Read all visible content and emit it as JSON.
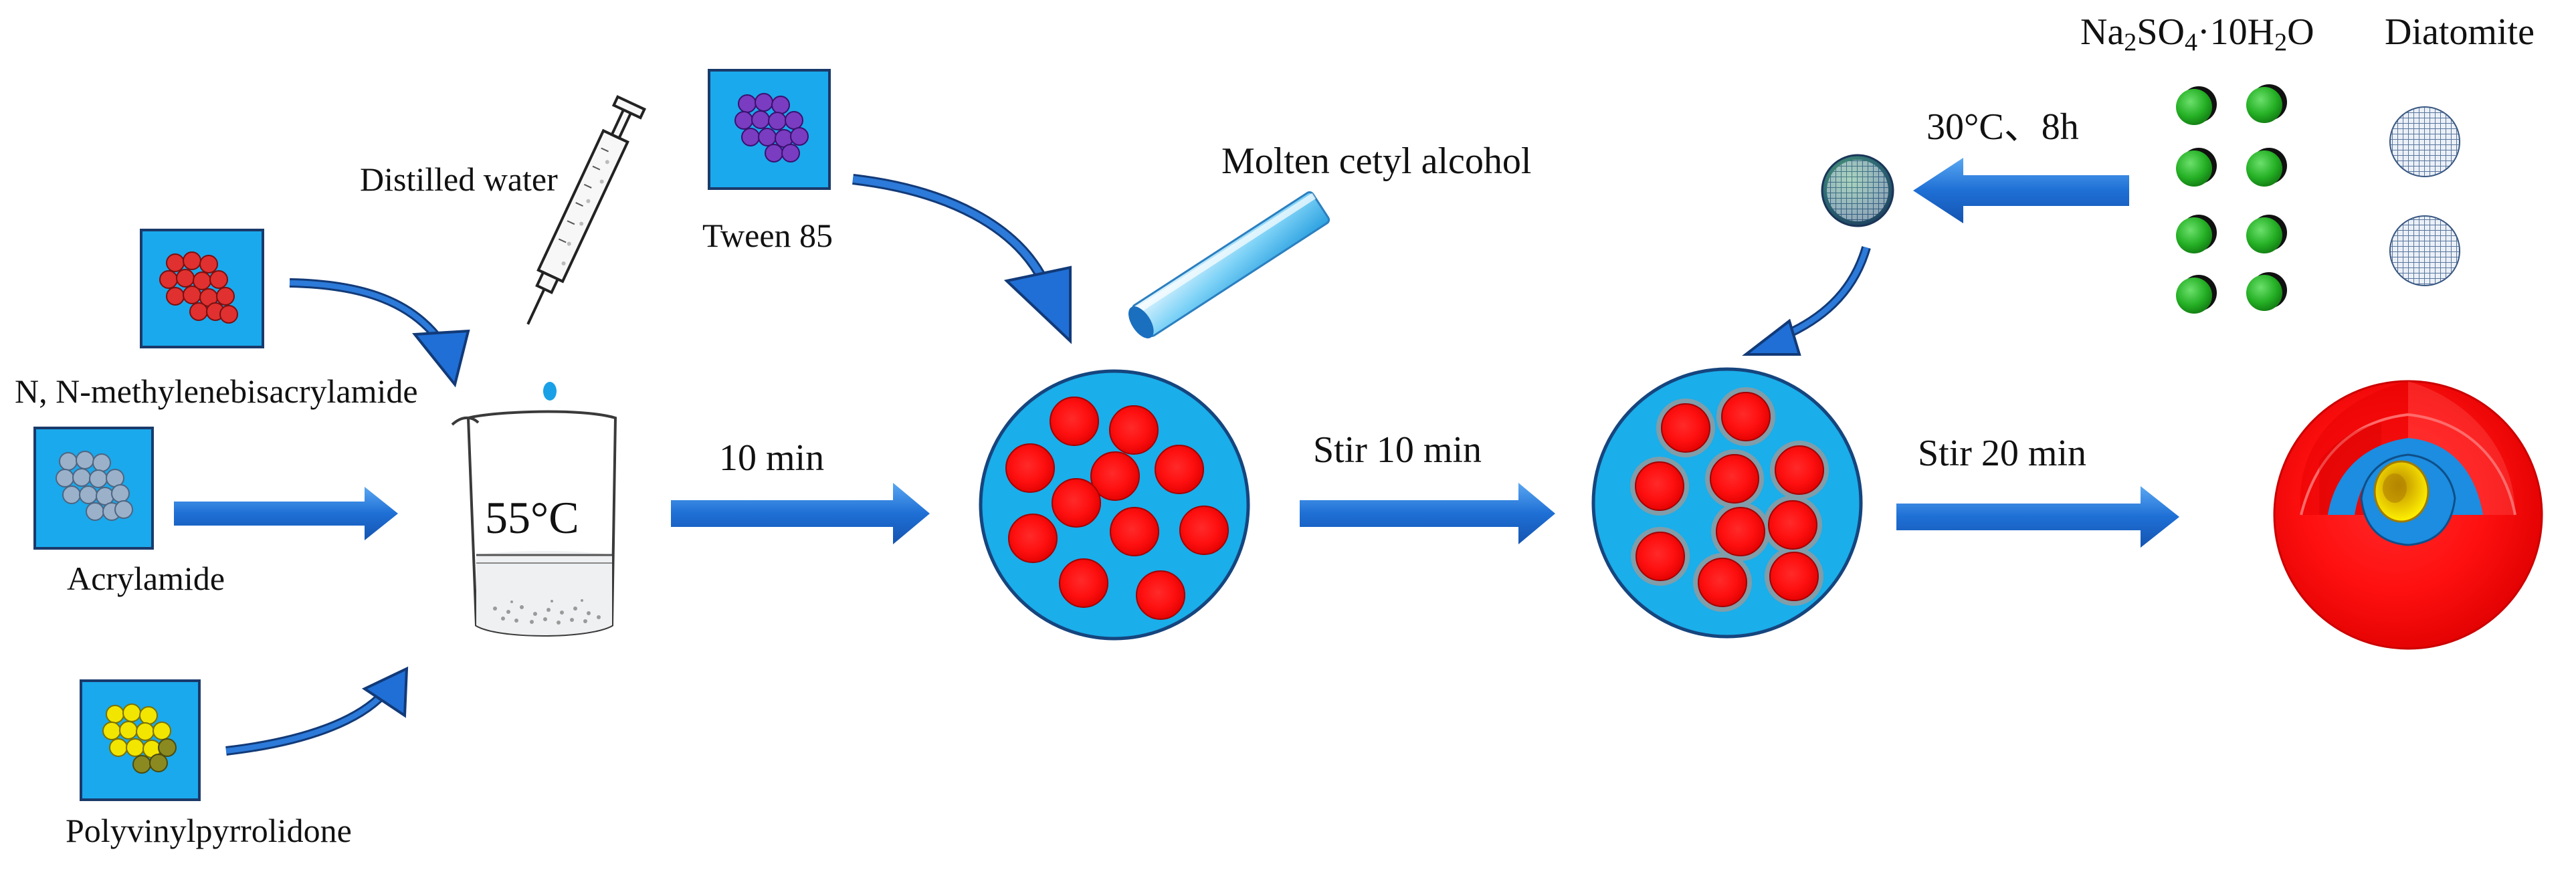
{
  "title": "",
  "reagents": {
    "bisacrylamide": "N, N-methylenebisacrylamide",
    "acrylamide": "Acrylamide",
    "pvp": "Polyvinylpyrrolidone",
    "water": "Distilled water",
    "tween": "Tween 85",
    "cetyl": "Molten cetyl alcohol",
    "salt_base": "Na",
    "salt_sub1": "2",
    "salt_mid": "SO",
    "salt_sub2": "4",
    "salt_mid2": "·10H",
    "salt_sub3": "2",
    "salt_end": "O",
    "diatomite": "Diatomite"
  },
  "conditions": {
    "beaker_temp": "55°C",
    "step1": "10 min",
    "step2": "Stir 10 min",
    "step3": "Stir 20 min",
    "impregnation": "30°C、8h"
  },
  "colors": {
    "arrow_blue": "#1f6fd6",
    "emulsion_blue": "#1aaeea",
    "droplet_red": "#ff0000",
    "salt_green": "#2fbf2f",
    "pvp_yellow": "#f2e600"
  }
}
